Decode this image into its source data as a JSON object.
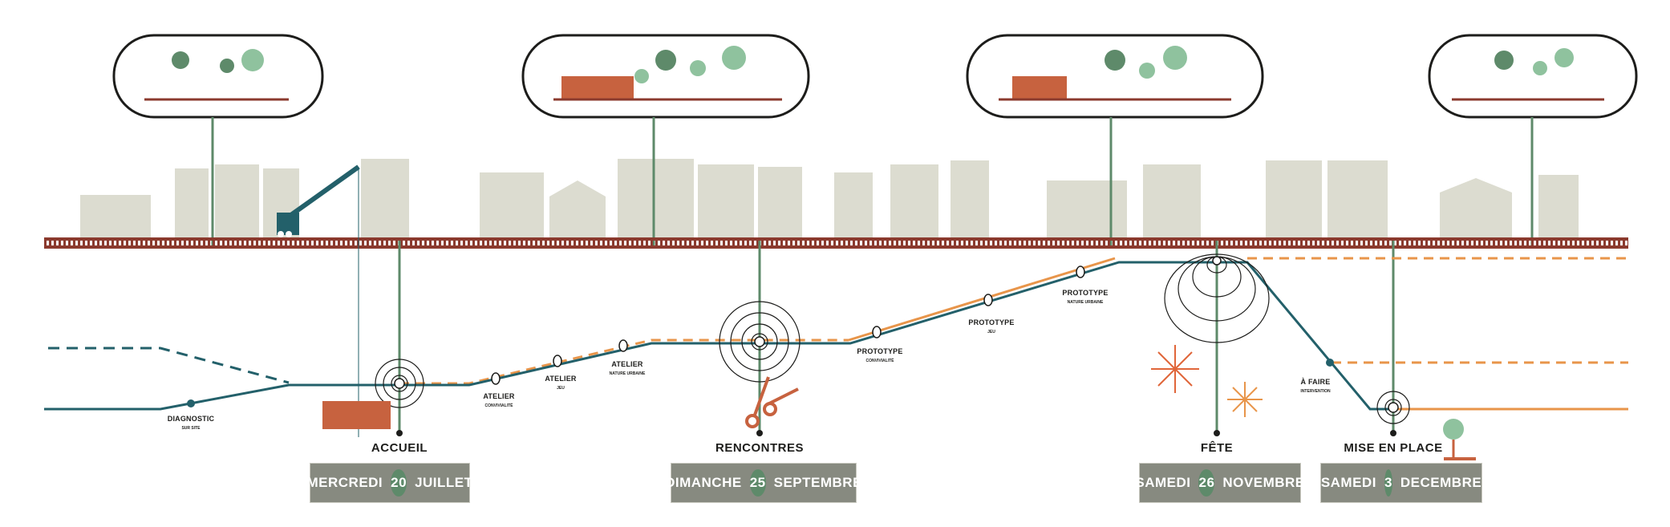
{
  "colors": {
    "teal": "#23606a",
    "orange": "#e8954a",
    "stem": "#5e8a6a",
    "rail": "#8b3a2e",
    "building": "#dcdcd0",
    "badge": "#878a80"
  },
  "milestones": [
    {
      "title": "DIAGNOSTIC",
      "sub": "SUR SITE"
    },
    {
      "title": "ATELIER",
      "sub": "CONVIVIALITÉ"
    },
    {
      "title": "ATELIER",
      "sub": "JEU"
    },
    {
      "title": "ATELIER",
      "sub": "NATURE URBAINE"
    },
    {
      "title": "PROTOTYPE",
      "sub": "CONVIVIALITÉ"
    },
    {
      "title": "PROTOTYPE",
      "sub": "JEU"
    },
    {
      "title": "PROTOTYPE",
      "sub": "NATURE URBAINE"
    },
    {
      "title": "À FAIRE",
      "sub": "INTERVENTION"
    }
  ],
  "events": [
    {
      "name": "ACCUEIL",
      "day": "MERCREDI",
      "num": "20",
      "month": "JUILLET"
    },
    {
      "name": "RENCONTRES",
      "day": "DIMANCHE",
      "num": "25",
      "month": "SEPTEMBRE"
    },
    {
      "name": "FÊTE",
      "day": "SAMEDI",
      "num": "26",
      "month": "NOVEMBRE"
    },
    {
      "name": "MISE EN PLACE",
      "day": "SAMEDI",
      "num": "3",
      "month": "DECEMBRE"
    }
  ]
}
